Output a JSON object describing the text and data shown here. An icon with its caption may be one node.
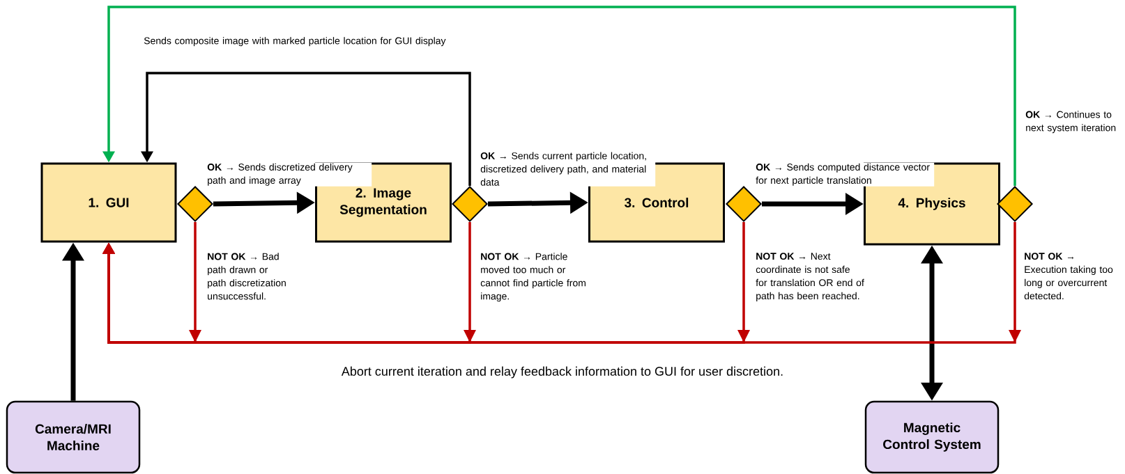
{
  "diagram": {
    "nodes": [
      {
        "text": [
          "1. GUI"
        ]
      },
      {
        "text": [],
        "shape": "diamond"
      },
      {
        "text": [
          "2. Image Segmentation"
        ]
      },
      {
        "text": [],
        "shape": "diamond"
      },
      {
        "text": [
          "3. Control"
        ]
      },
      {
        "text": [],
        "shape": "diamond"
      },
      {
        "text": [
          "4. Physics"
        ]
      },
      {
        "text": [],
        "shape": "diamond"
      },
      {
        "text": [
          "Camera/MRI Machine"
        ]
      },
      {
        "text": [
          "Magnetic Control System"
        ]
      }
    ],
    "edges": [
      {
        "from": 1,
        "to": 2,
        "arrow": "to",
        "style": "thick",
        "label": "**OK** → Sends discretized delivery path and image array"
      },
      {
        "from": 3,
        "to": 4,
        "arrow": "to",
        "style": "thick",
        "label": "**OK** → Sends current particle location, discretized delivery path, and material data"
      },
      {
        "from": 5,
        "to": 6,
        "arrow": "to",
        "style": "thick",
        "label": "**OK** → Sends computed distance vector for next particle translation"
      },
      {
        "from": 8,
        "to": 0,
        "arrow": "to",
        "style": "thick"
      },
      {
        "from": 6,
        "to": 9,
        "arrow": "both",
        "style": "thick"
      },
      {
        "from": 3,
        "to": 0,
        "arrow": "to",
        "label": "Sends composite image with marked particle location for GUI display"
      },
      {
        "from": 7,
        "to": 0,
        "arrow": "to",
        "color": "#00b050",
        "label": "**OK** → Continues to next system iteration"
      },
      {
        "from": 1,
        "to": 0,
        "arrow": "to",
        "color": "#c00000",
        "label": "**NOT OK** → Bad path drawn or path discretization unsuccessful."
      },
      {
        "from": 3,
        "to": 0,
        "arrow": "to",
        "color": "#c00000",
        "label": "**NOT OK** → Particle moved too much or cannot find particle from image."
      },
      {
        "from": 5,
        "to": 0,
        "arrow": "to",
        "color": "#c00000",
        "label": "**NOT OK** → Next coordinate is not safe for translation OR end of path has been reached."
      },
      {
        "from": 7,
        "to": 0,
        "arrow": "to",
        "color": "#c00000",
        "label": "**NOT OK** → Execution taking too long or overcurrent detected."
      }
    ],
    "labels": [
      "Abort current iteration and relay feedback information to GUI for user discretion."
    ]
  }
}
